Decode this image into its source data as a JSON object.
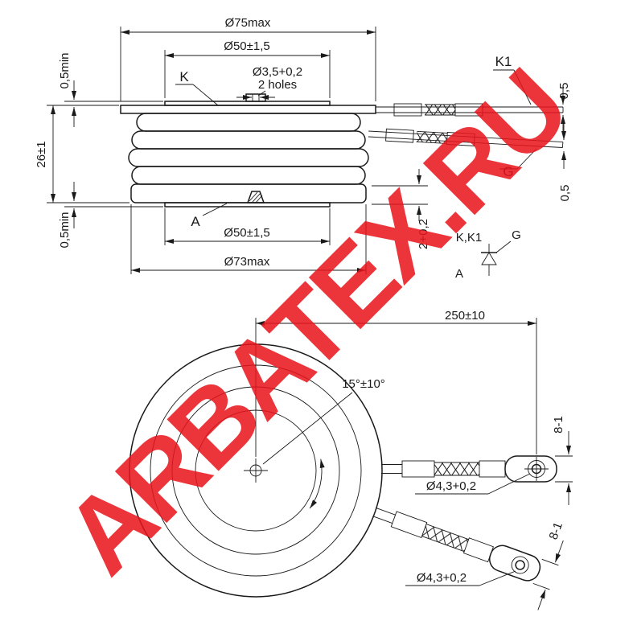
{
  "colors": {
    "ink": "#1a1a1a",
    "watermark": "#e8141c"
  },
  "watermark": {
    "text": "ARBATEX.RU"
  },
  "side_view": {
    "dia_top_max": "Ø75max",
    "dia_top_contact": "Ø50±1,5",
    "dia_holes": "Ø3,5+0,2",
    "holes_note": "2 holes",
    "label_cathode": "K",
    "label_aux_cathode": "K1",
    "label_gate": "G",
    "label_anode": "A",
    "height": "26±1",
    "top_protrusion": "0,5min",
    "bottom_protrusion": "0,5min",
    "lead_thickness_upper": "0,5",
    "lead_thickness_lower": "0,5",
    "stud_height": "2+0,2",
    "dia_bottom_contact": "Ø50±1,5",
    "dia_bottom_max": "Ø73max"
  },
  "symbol": {
    "cathode": "K,K1",
    "gate": "G",
    "anode": "A"
  },
  "top_view": {
    "lead_length": "250±10",
    "lead_angle": "15°±10°",
    "lug_hole_1": "Ø4,3+0,2",
    "lug_hole_2": "Ø4,3+0,2",
    "lug_width_1": "8-1",
    "lug_width_2": "8-1"
  }
}
